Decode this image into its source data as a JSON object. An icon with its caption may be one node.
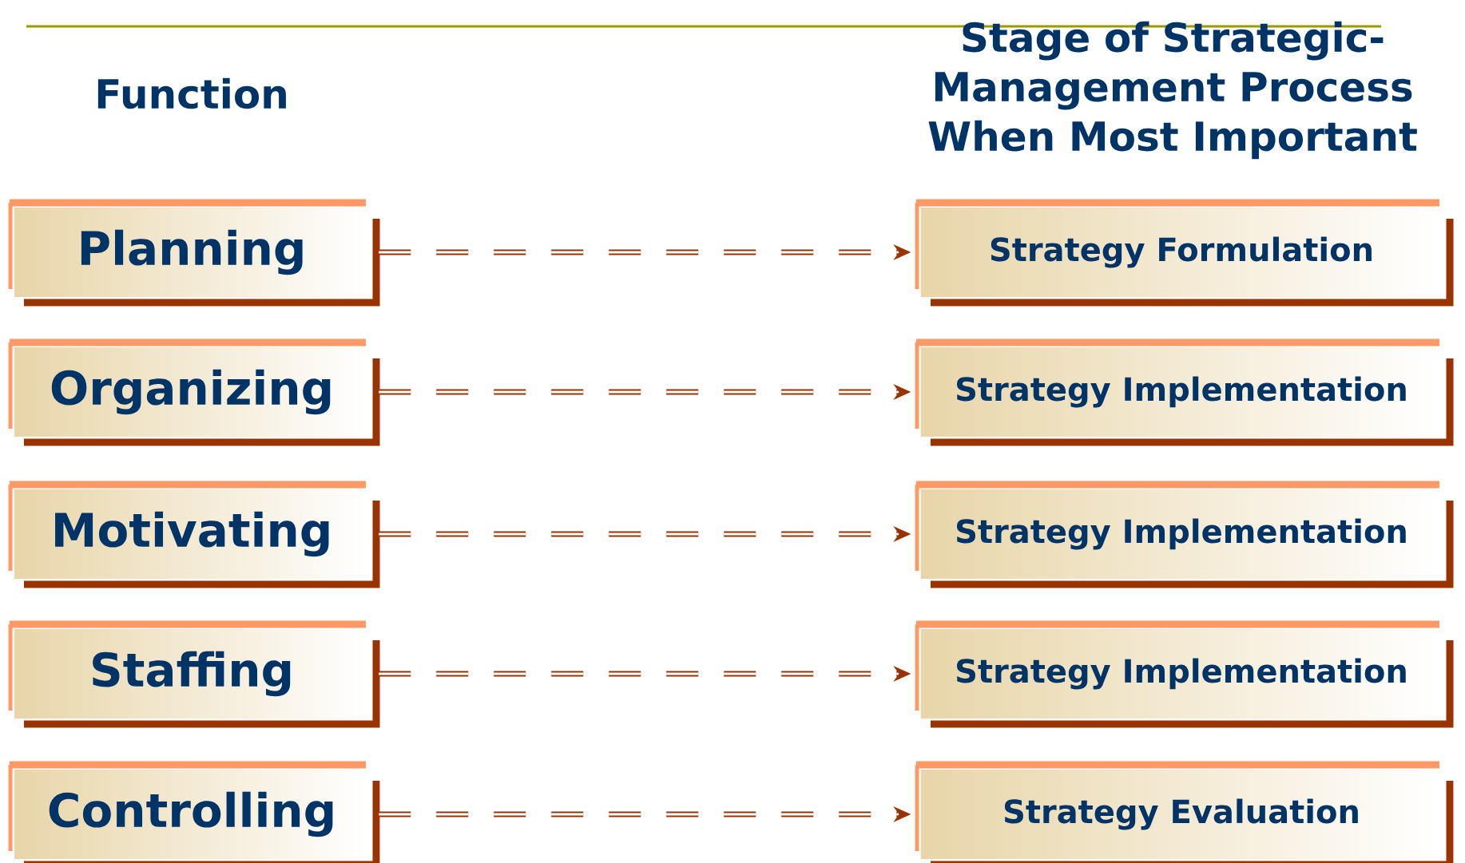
{
  "diagram": {
    "nodes": [
      {
        "text": [
          "Planning"
        ]
      },
      {
        "text": [
          "Organizing"
        ]
      },
      {
        "text": [
          "Motivating"
        ]
      },
      {
        "text": [
          "Staffing"
        ]
      },
      {
        "text": [
          "Controlling"
        ]
      },
      {
        "text": [
          "Strategy Formulation"
        ]
      },
      {
        "text": [
          "Strategy Implementation"
        ]
      },
      {
        "text": [
          "Strategy Implementation"
        ]
      },
      {
        "text": [
          "Strategy Implementation"
        ]
      },
      {
        "text": [
          "Strategy Evaluation"
        ]
      }
    ],
    "edges": [
      {
        "from": 0,
        "to": 5,
        "arrow": "to",
        "style": "dashed"
      },
      {
        "from": 1,
        "to": 6,
        "arrow": "to",
        "style": "dashed"
      },
      {
        "from": 2,
        "to": 7,
        "arrow": "to",
        "style": "dashed"
      },
      {
        "from": 3,
        "to": 8,
        "arrow": "to",
        "style": "dashed"
      },
      {
        "from": 4,
        "to": 9,
        "arrow": "to",
        "style": "dashed"
      }
    ],
    "labels": [
      "Function",
      "Stage of Strategic-Management Process When Most Important"
    ]
  }
}
